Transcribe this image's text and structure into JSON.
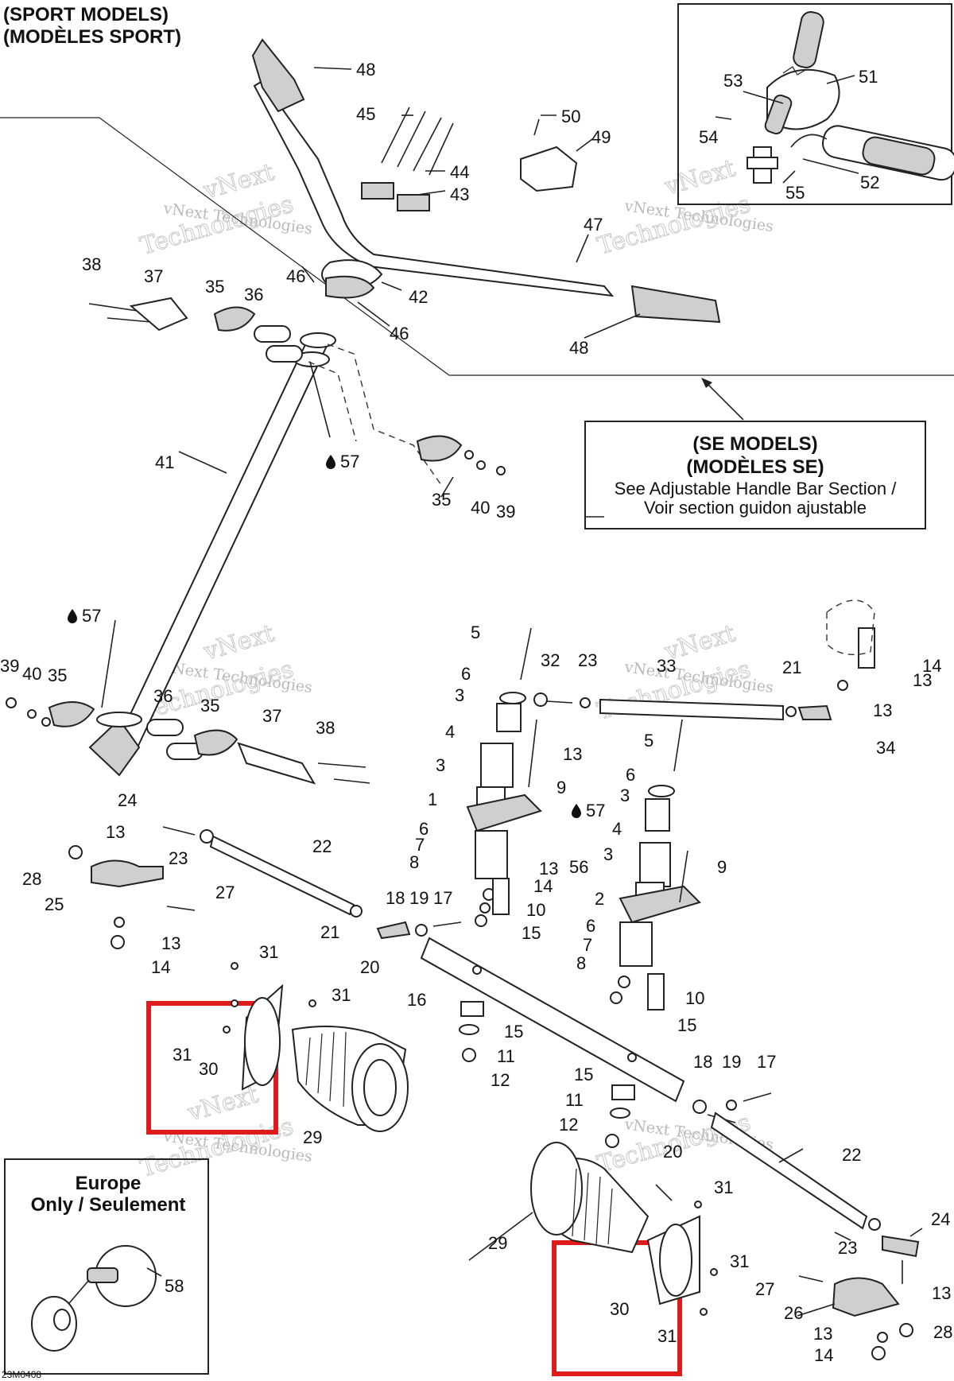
{
  "headers": {
    "sport_line1": "(SPORT MODELS)",
    "sport_line2": "(MODÈLES SPORT)",
    "se_line1": "(SE MODELS)",
    "se_line2": "(MODÈLES SE)",
    "se_note1": "See Adjustable Handle Bar Section /",
    "se_note2": "Voir section guidon ajustable",
    "europe_line1": "Europe",
    "europe_line2": "Only / Seulement"
  },
  "watermark": {
    "line1": "vNext Technologies",
    "line2": "Technologies",
    "line3": "vNext"
  },
  "diagram_code": "23M0408",
  "callouts": [
    "48",
    "45",
    "44",
    "43",
    "50",
    "49",
    "53",
    "51",
    "54",
    "52",
    "55",
    "47",
    "42",
    "46",
    "46",
    "48",
    "38",
    "37",
    "35",
    "36",
    "41",
    "57",
    "35",
    "40",
    "39",
    "57",
    "39",
    "40",
    "35",
    "36",
    "35",
    "37",
    "38",
    "5",
    "6",
    "3",
    "4",
    "3",
    "32",
    "23",
    "33",
    "21",
    "14",
    "13",
    "13",
    "34",
    "13",
    "9",
    "1",
    "6",
    "7",
    "8",
    "57",
    "56",
    "13",
    "14",
    "10",
    "15",
    "5",
    "6",
    "3",
    "4",
    "3",
    "9",
    "2",
    "6",
    "7",
    "8",
    "10",
    "15",
    "24",
    "13",
    "23",
    "22",
    "28",
    "25",
    "27",
    "13",
    "14",
    "21",
    "20",
    "18",
    "19",
    "17",
    "31",
    "31",
    "31",
    "30",
    "29",
    "16",
    "15",
    "11",
    "12",
    "15",
    "11",
    "12",
    "18",
    "19",
    "17",
    "20",
    "22",
    "31",
    "29",
    "31",
    "30",
    "31",
    "24",
    "23",
    "27",
    "13",
    "26",
    "28",
    "13",
    "14",
    "58"
  ]
}
